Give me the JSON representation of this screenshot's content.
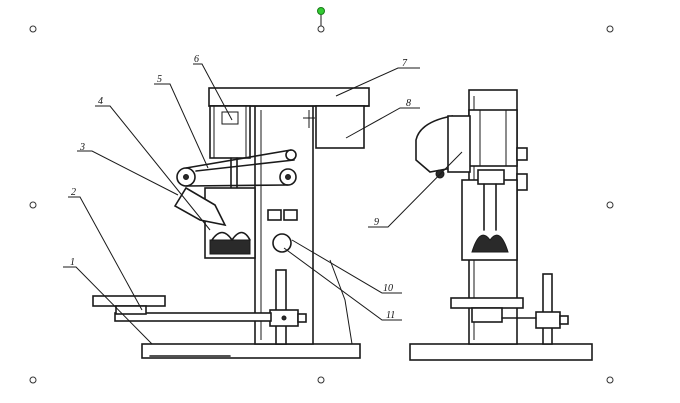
{
  "diagram": {
    "labels": {
      "l1": "1",
      "l2": "2",
      "l3": "3",
      "l4": "4",
      "l5": "5",
      "l6": "6",
      "l7": "7",
      "l8": "8",
      "l9": "9",
      "l10": "10",
      "l11": "11"
    }
  },
  "colors": {
    "line": "#1a1a1a",
    "handle": "#ffffff",
    "rotation_handle": "#33cc33"
  }
}
